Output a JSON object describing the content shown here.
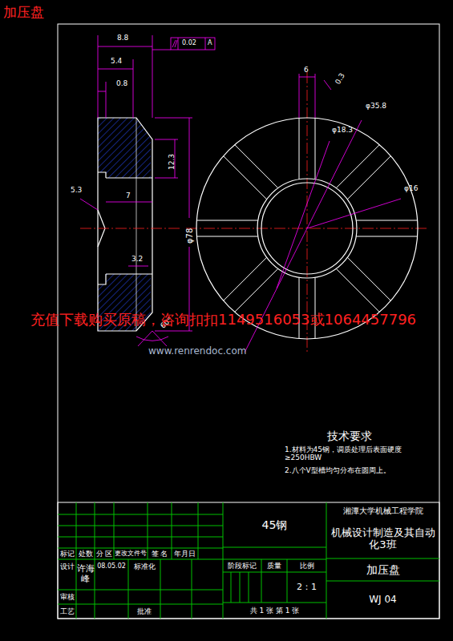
{
  "diagram": {
    "title": "加压盘",
    "labels": [
      "8.8",
      "0.02",
      "A",
      "5.4",
      "0.8",
      "12.3",
      "5.3",
      "7",
      "φ78",
      "3.2",
      "60°",
      "6",
      "0.3",
      "φ35.8",
      "φ18.3",
      "φ16",
      "充值下载购买原稿，咨询扣扣1149516053或1064457796",
      "www.renrendoc.com",
      "技术要求",
      "1.材料为45钢，调质处理后表面硬度 ≥250HBW",
      "2.八个V型槽均匀分布在圆周上。",
      "45钢",
      "湘潭大学机械工程学院",
      "机械设计制造及其自动化3班",
      "标记",
      "处数",
      "分 区",
      "更改文件号",
      "签 名",
      "年月日",
      "设计",
      "许海峰",
      "08.05.02",
      "标准化",
      "审核",
      "工艺",
      "批准",
      "阶段标记",
      "质量",
      "比例",
      "2：1",
      "共 1 张 第 1 张",
      "加压盘",
      "WJ 04"
    ]
  }
}
